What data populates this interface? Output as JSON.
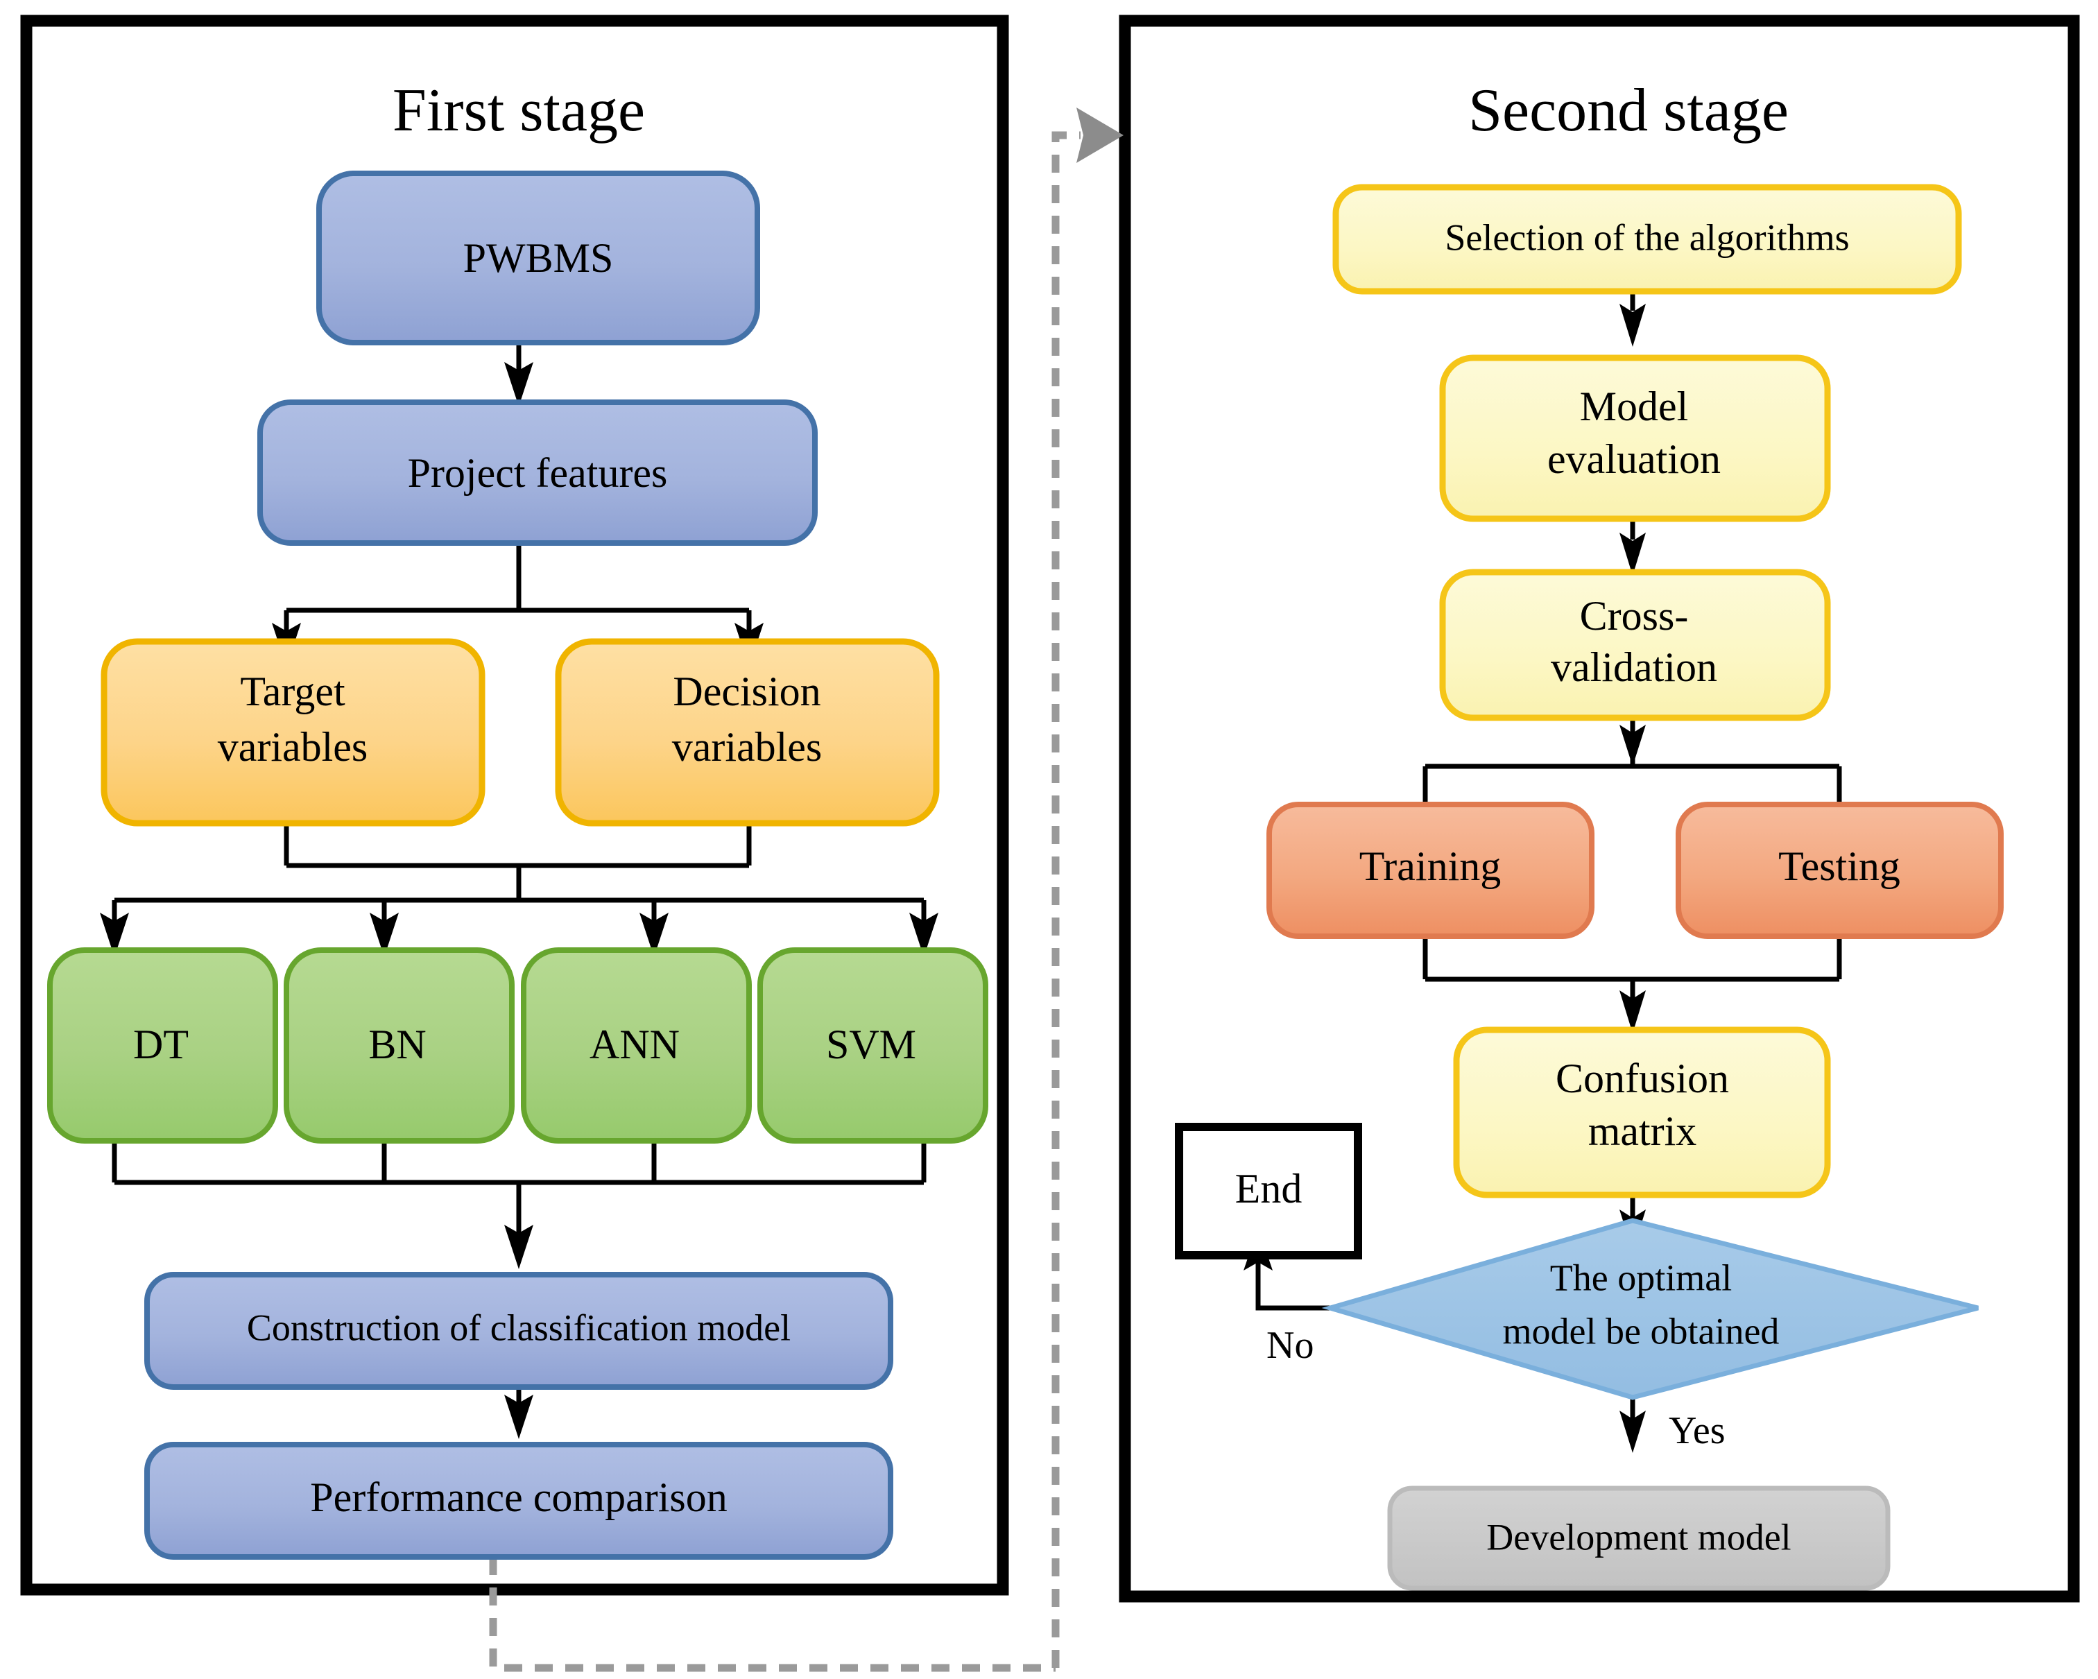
{
  "figure": {
    "type": "two-stage-flowchart",
    "panels": [
      {
        "id": "first-stage",
        "title": "First stage"
      },
      {
        "id": "second-stage",
        "title": "Second stage"
      }
    ]
  },
  "colors": {
    "blue_fill_top": "#A7B7DE",
    "blue_fill_bottom": "#8C9FD2",
    "blue_stroke": "#4472A8",
    "orange_fill_top": "#FDD88C",
    "orange_fill_bottom": "#FBC65C",
    "orange_stroke": "#F0B400",
    "green_fill_top": "#AED587",
    "green_fill_bottom": "#97CB6E",
    "green_stroke": "#67A62E",
    "yellow_fill": "#FCF7C4",
    "yellow_stroke": "#F5C518",
    "salmon_fill_top": "#F5AF8A",
    "salmon_fill_bottom": "#F09267",
    "salmon_stroke": "#E07A4F",
    "diamond_fill": "#9DC3E6",
    "diamond_stroke": "#6FA8D6",
    "gray_fill": "#C9C9C9",
    "gray_stroke": "#B0B0B0",
    "connector": "#000000",
    "dashed_connector": "#9A9A9A",
    "panel_border": "#000000"
  },
  "first_stage": {
    "title": "First stage",
    "nodes": [
      {
        "id": "pwbms",
        "label": "PWBMS",
        "shape": "rounded-rect",
        "style": "blue"
      },
      {
        "id": "project-features",
        "label": "Project features",
        "shape": "rounded-rect",
        "style": "blue"
      },
      {
        "id": "target-variables",
        "label_line1": "Target",
        "label_line2": "variables",
        "shape": "rounded-rect",
        "style": "orange"
      },
      {
        "id": "decision-variables",
        "label_line1": "Decision",
        "label_line2": "variables",
        "shape": "rounded-rect",
        "style": "orange"
      },
      {
        "id": "dt",
        "label": "DT",
        "shape": "rounded-rect",
        "style": "green"
      },
      {
        "id": "bn",
        "label": "BN",
        "shape": "rounded-rect",
        "style": "green"
      },
      {
        "id": "ann",
        "label": "ANN",
        "shape": "rounded-rect",
        "style": "green"
      },
      {
        "id": "svm",
        "label": "SVM",
        "shape": "rounded-rect",
        "style": "green"
      },
      {
        "id": "construction-model",
        "label": "Construction of classification model",
        "shape": "rounded-rect",
        "style": "blue"
      },
      {
        "id": "performance-comparison",
        "label": "Performance comparison",
        "shape": "rounded-rect",
        "style": "blue"
      }
    ]
  },
  "second_stage": {
    "title": "Second stage",
    "nodes": [
      {
        "id": "selection-algorithms",
        "label": "Selection of the algorithms",
        "shape": "rounded-rect",
        "style": "yellow"
      },
      {
        "id": "model-evaluation",
        "label_line1": "Model",
        "label_line2": "evaluation",
        "shape": "rounded-rect",
        "style": "yellow"
      },
      {
        "id": "cross-validation",
        "label_line1": "Cross-",
        "label_line2": "validation",
        "shape": "rounded-rect",
        "style": "yellow"
      },
      {
        "id": "training",
        "label": "Training",
        "shape": "rounded-rect",
        "style": "salmon"
      },
      {
        "id": "testing",
        "label": "Testing",
        "shape": "rounded-rect",
        "style": "salmon"
      },
      {
        "id": "confusion-matrix",
        "label_line1": "Confusion",
        "label_line2": "matrix",
        "shape": "rounded-rect",
        "style": "yellow"
      },
      {
        "id": "end",
        "label": "End",
        "shape": "rect",
        "style": "white-outline"
      },
      {
        "id": "optimal-decision",
        "label_line1": "The optimal",
        "label_line2": "model be obtained",
        "shape": "diamond",
        "style": "light-blue"
      },
      {
        "id": "development-model",
        "label": "Development model",
        "shape": "rounded-rect",
        "style": "gray"
      }
    ],
    "edge_labels": {
      "no": "No",
      "yes": "Yes"
    }
  }
}
